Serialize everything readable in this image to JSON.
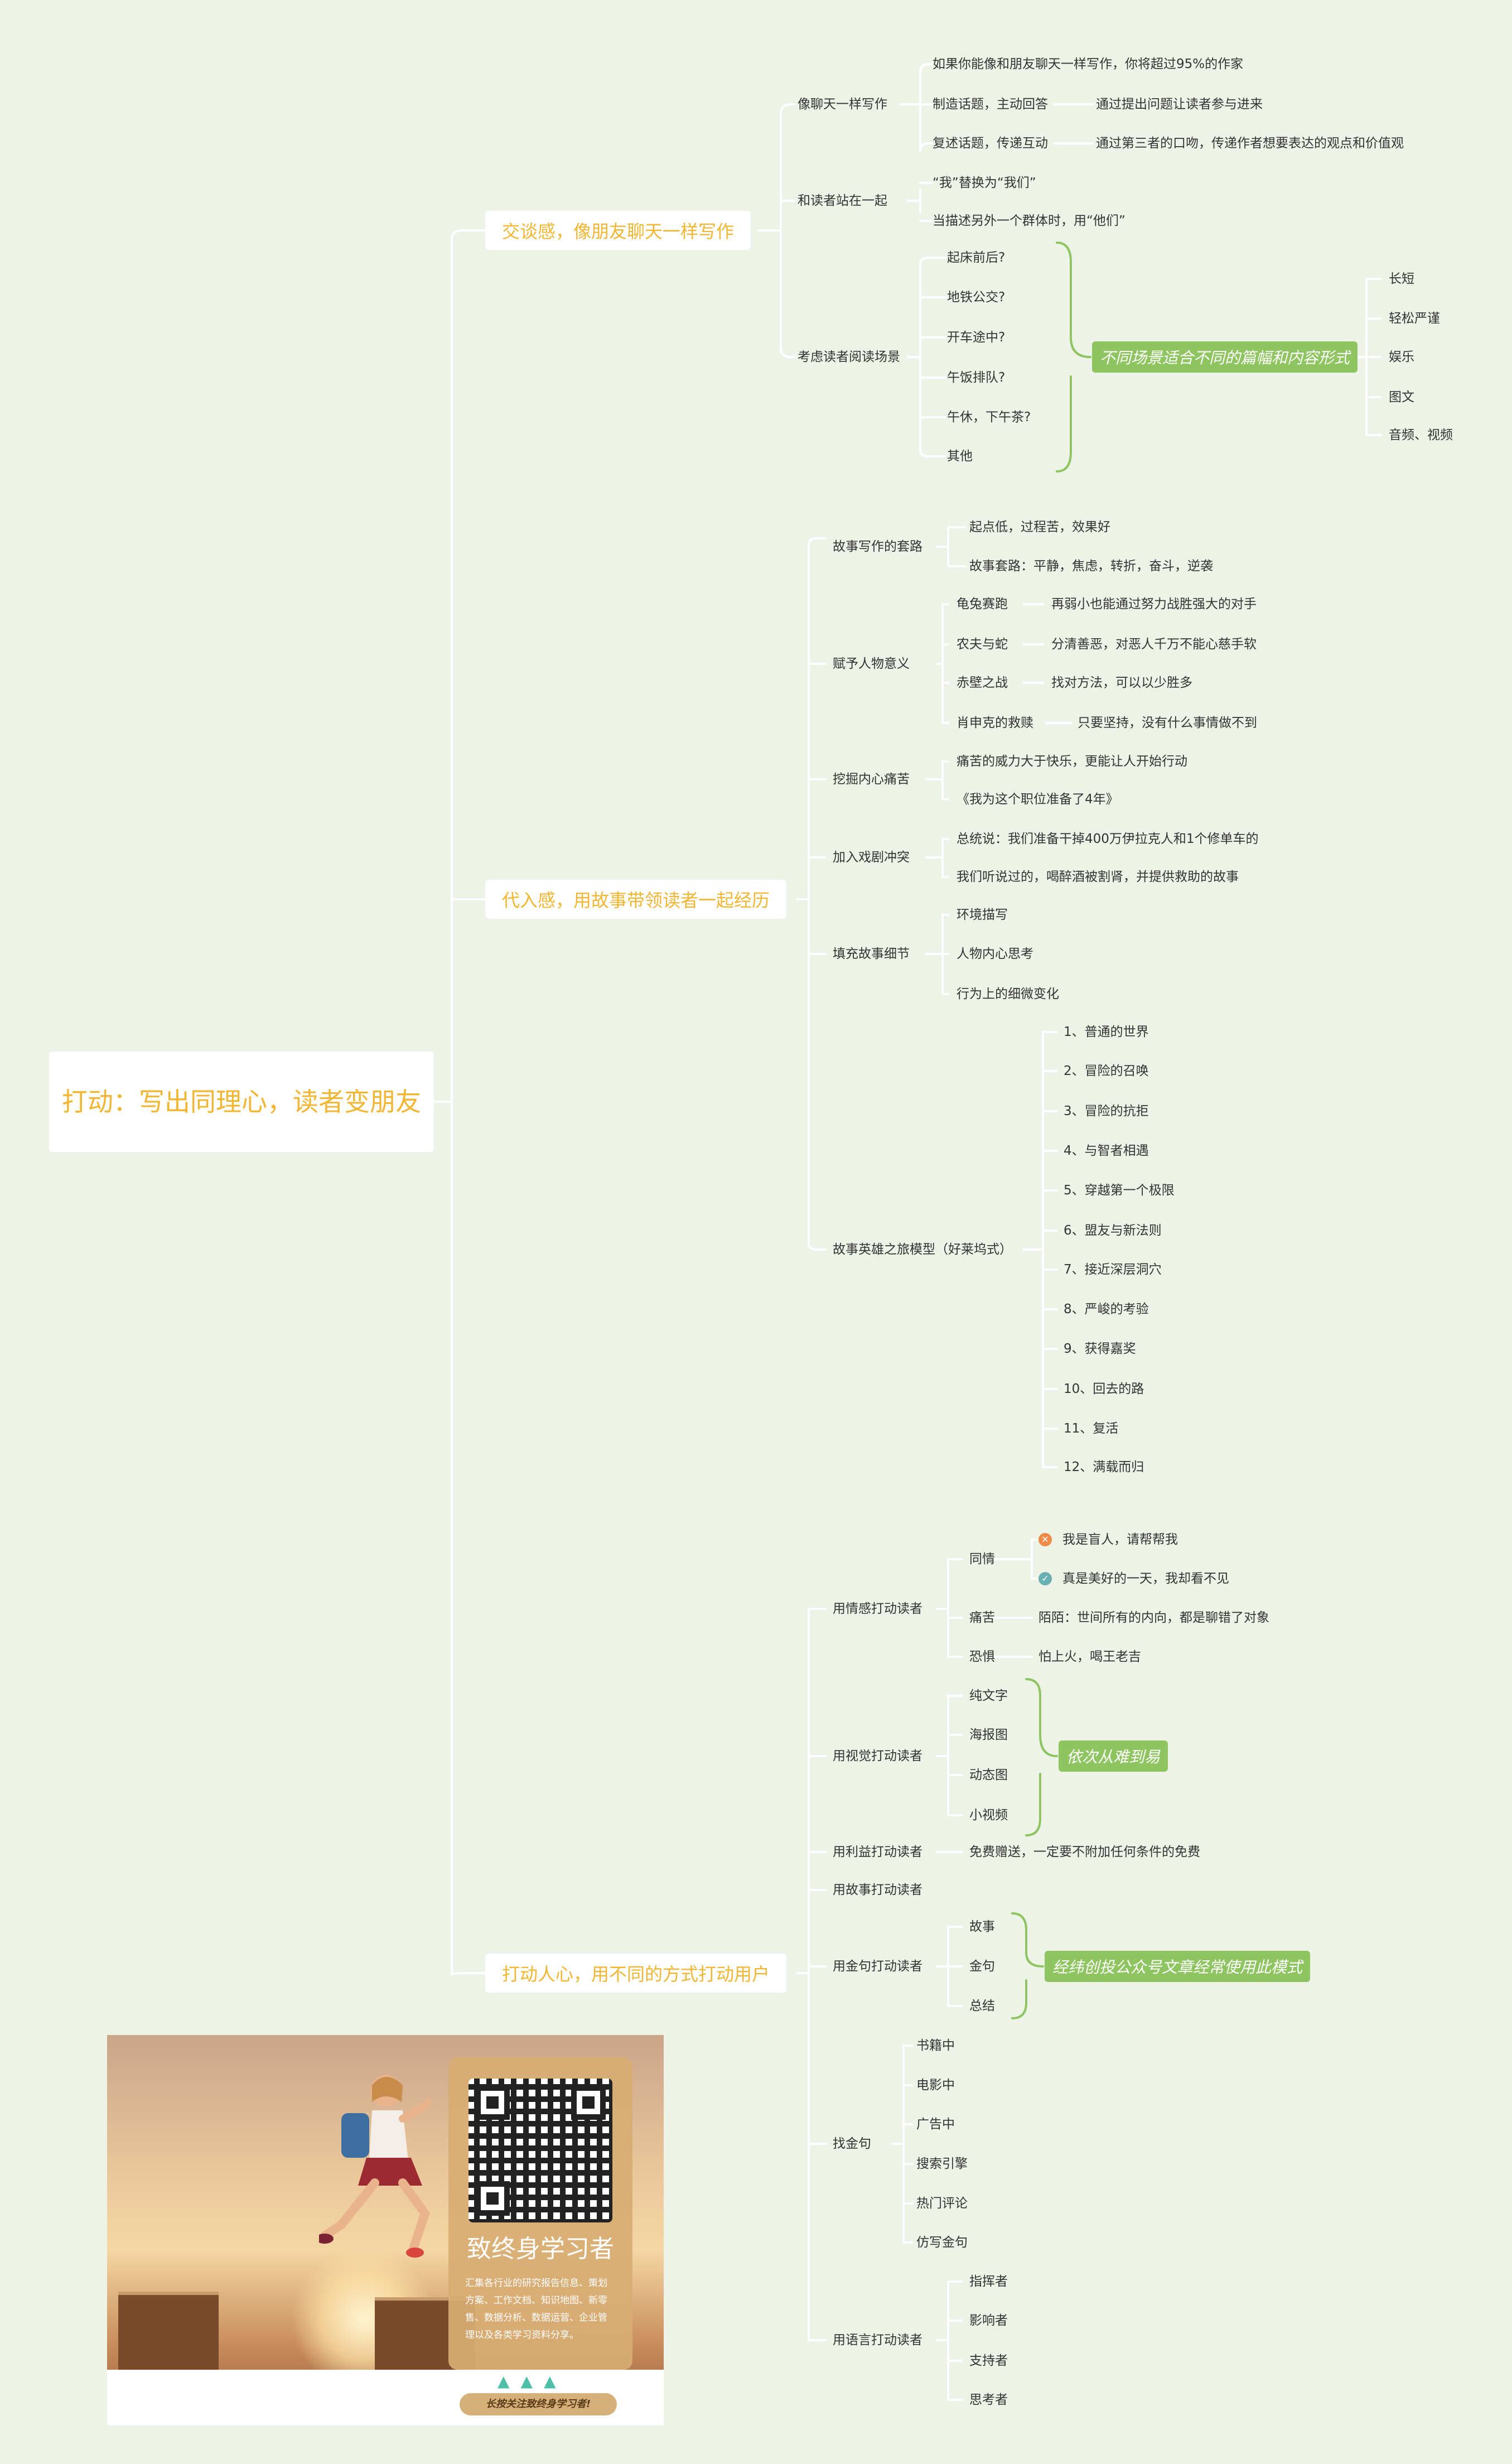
{
  "root": "打动：写出同理心，读者变朋友",
  "branches": {
    "b1": "交谈感，像朋友聊天一样写作",
    "b2": "代入感，用故事带领读者一起经历",
    "b3": "打动人心，用不同的方式打动用户"
  },
  "b1": {
    "chat": "像聊天一样写作",
    "chat_items": [
      "如果你能像和朋友聊天一样写作，你将超过95%的作家",
      "制造话题，主动回答",
      "复述话题，传递互动"
    ],
    "chat_notes": [
      "通过提出问题让读者参与进来",
      "通过第三者的口吻，传递作者想要表达的观点和价值观"
    ],
    "stand": "和读者站在一起",
    "stand_items": [
      "“我”替换为“我们”",
      "当描述另外一个群体时，用“他们”"
    ],
    "scene": "考虑读者阅读场景",
    "scene_items": [
      "起床前后?",
      "地铁公交?",
      "开车途中?",
      "午饭排队?",
      "午休，下午茶?",
      "其他"
    ],
    "scene_note": "不同场景适合不同的篇幅和内容形式",
    "scene_forms": [
      "长短",
      "轻松严谨",
      "娱乐",
      "图文",
      "音频、视频"
    ]
  },
  "b2": {
    "routine": "故事写作的套路",
    "routine_items": [
      "起点低，过程苦，效果好",
      "故事套路：平静，焦虑，转折，奋斗，逆袭"
    ],
    "meaning": "赋予人物意义",
    "meaning_items": [
      "龟兔赛跑",
      "农夫与蛇",
      "赤壁之战",
      "肖申克的救赎"
    ],
    "meaning_notes": [
      "再弱小也能通过努力战胜强大的对手",
      "分清善恶，对恶人千万不能心慈手软",
      "找对方法，可以以少胜多",
      "只要坚持，没有什么事情做不到"
    ],
    "pain": "挖掘内心痛苦",
    "pain_items": [
      "痛苦的威力大于快乐，更能让人开始行动",
      "《我为这个职位准备了4年》"
    ],
    "drama": "加入戏剧冲突",
    "drama_items": [
      "总统说：我们准备干掉400万伊拉克人和1个修单车的",
      "我们听说过的，喝醉酒被割肾，并提供救助的故事"
    ],
    "detail": "填充故事细节",
    "detail_items": [
      "环境描写",
      "人物内心思考",
      "行为上的细微变化"
    ],
    "hero": "故事英雄之旅模型（好莱坞式）",
    "hero_items": [
      "1、普通的世界",
      "2、冒险的召唤",
      "3、冒险的抗拒",
      "4、与智者相遇",
      "5、穿越第一个极限",
      "6、盟友与新法则",
      "7、接近深层洞穴",
      "8、严峻的考验",
      "9、获得嘉奖",
      "10、回去的路",
      "11、复活",
      "12、满载而归"
    ]
  },
  "b3": {
    "emotion": "用情感打动读者",
    "sympathy": "同情",
    "sympathy_items": [
      "我是盲人，请帮帮我",
      "真是美好的一天，我却看不见"
    ],
    "pain": "痛苦",
    "pain_note": "陌陌：世间所有的内向，都是聊错了对象",
    "fear": "恐惧",
    "fear_note": "怕上火，喝王老吉",
    "visual": "用视觉打动读者",
    "visual_items": [
      "纯文字",
      "海报图",
      "动态图",
      "小视频"
    ],
    "visual_note": "依次从难到易",
    "benefit": "用利益打动读者",
    "benefit_note": "免费赠送，一定要不附加任何条件的免费",
    "story": "用故事打动读者",
    "golden": "用金句打动读者",
    "golden_items": [
      "故事",
      "金句",
      "总结"
    ],
    "golden_note": "经纬创投公众号文章经常使用此模式",
    "find": "找金句",
    "find_items": [
      "书籍中",
      "电影中",
      "广告中",
      "搜索引擎",
      "热门评论",
      "仿写金句"
    ],
    "language": "用语言打动读者",
    "language_items": [
      "指挥者",
      "影响者",
      "支持者",
      "思考者"
    ]
  },
  "poster": {
    "title": "致终身学习者",
    "desc": "汇集各行业的研究报告信息、策划方案、工作文档、知识地图、新零售、数据分析、数据运营、企业管理以及各类学习资料分享。",
    "banner": "长按关注致终身学习者!",
    "arrows": "▲▲▲"
  },
  "colors": {
    "background": "#eef3e7",
    "branch_text": "#f2b632",
    "line": "#ffffff",
    "note_bg": "#8fc561"
  }
}
